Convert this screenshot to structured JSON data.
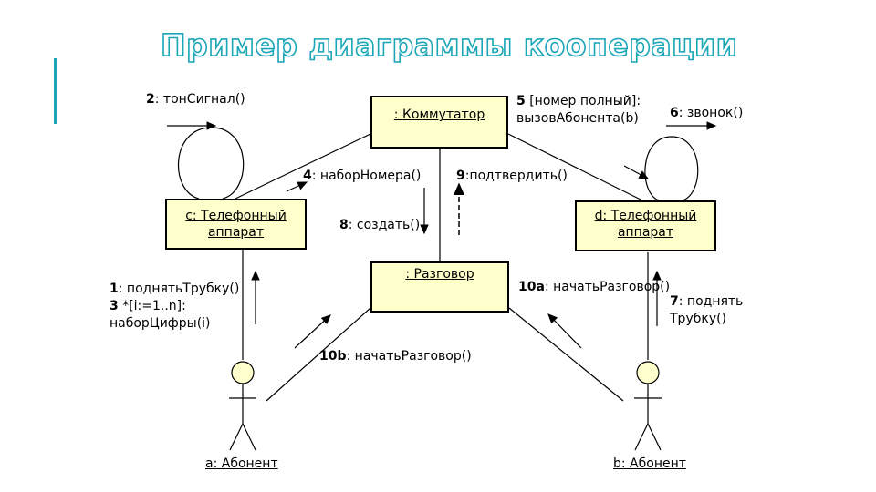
{
  "title": "Пример диаграммы кооперации",
  "objects": {
    "commutator": ": Коммутатор",
    "phone_c": [
      "c: Телефонный",
      "аппарат"
    ],
    "phone_d": [
      "d: Телефонный",
      "аппарат"
    ],
    "conversation": ": Разговор"
  },
  "actors": {
    "a": "a: Абонент",
    "b": "b: Абонент"
  },
  "messages": {
    "m2": {
      "num": "2",
      "text": ": тонСигнал()"
    },
    "m4": {
      "num": "4",
      "text": ": наборНомера()"
    },
    "m5": {
      "num": "5",
      "line1": " [номер полный]:",
      "line2": "вызовАбонента(b)"
    },
    "m6": {
      "num": "6",
      "text": ": звонок()"
    },
    "m8": {
      "num": "8",
      "text": ": создать()"
    },
    "m9": {
      "num": "9",
      "text": ":подтвердить()"
    },
    "m1": {
      "num": "1",
      "text": ": поднятьТрубку()"
    },
    "m3": {
      "num": "3",
      "line1": " *[i:=1..n]:",
      "line2": "наборЦифры(i)"
    },
    "m10a": {
      "num": "10a",
      "text": ": начатьРазговор()"
    },
    "m10b": {
      "num": "10b",
      "text": ": начатьРазговор()"
    },
    "m7": {
      "num": "7",
      "line1": ": поднять",
      "line2": "Трубку()"
    }
  },
  "colors": {
    "title_outline": "#1aa6b7",
    "object_fill": "#ffffcc",
    "actor_head": "#ffffcc"
  }
}
